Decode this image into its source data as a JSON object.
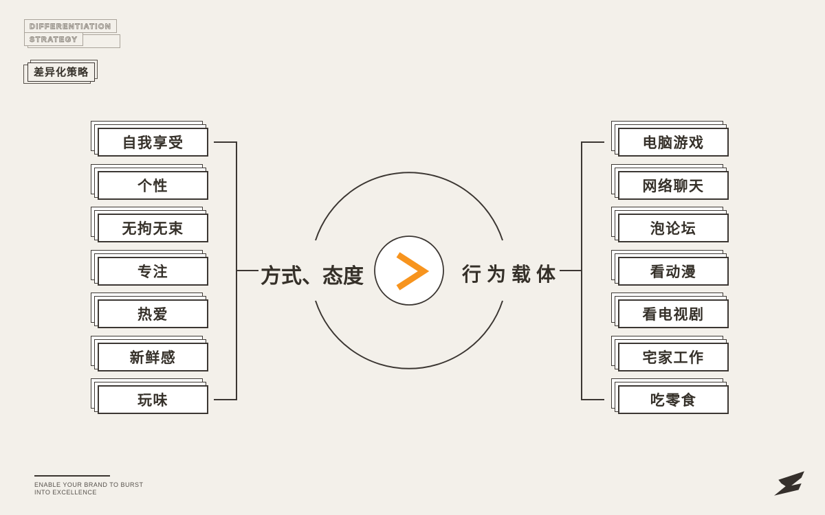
{
  "slide": {
    "header": {
      "title_en_line1": "DIFFERENTIATION",
      "title_en_line2": "STRATEGY",
      "title_zh": "差异化策略"
    },
    "left_group": {
      "label": "方式、态度",
      "items": [
        "自我享受",
        "个性",
        "无拘无束",
        "专注",
        "热爱",
        "新鲜感",
        "玩味"
      ]
    },
    "right_group": {
      "label": "行为载体",
      "items": [
        "电脑游戏",
        "网络聊天",
        "泡论坛",
        "看动漫",
        "看电视剧",
        "宅家工作",
        "吃零食"
      ]
    },
    "center": {
      "symbol": ">"
    },
    "footer": {
      "tagline_line1": "ENABLE YOUR BRAND TO BURST",
      "tagline_line2": "INTO EXCELLENCE",
      "logo_glyph": "Z"
    },
    "colors": {
      "background": "#F3F0EA",
      "line": "#3B3632",
      "text": "#353029",
      "accent": "#F7941E",
      "muted": "#8F8981",
      "box_fill": "#FFFFFF"
    }
  }
}
